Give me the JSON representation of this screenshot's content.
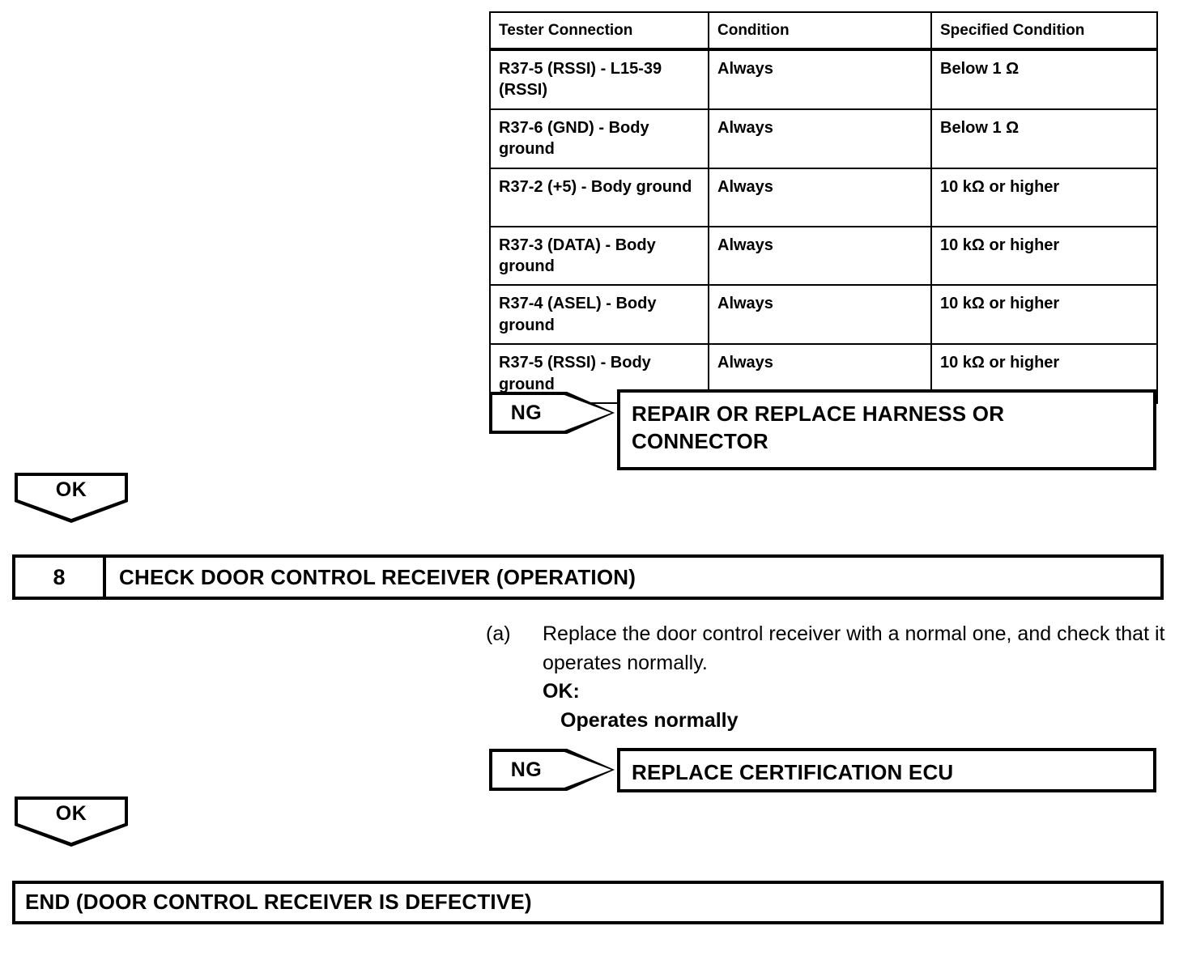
{
  "spec_table": {
    "name": "inspection-spec-table",
    "headers": [
      "Tester Connection",
      "Condition",
      "Specified Condition"
    ],
    "rows": [
      {
        "tester_connection": "R37-5 (RSSI) - L15-39 (RSSI)",
        "condition": "Always",
        "specified_condition": "Below 1 Ω"
      },
      {
        "tester_connection": "R37-6 (GND) - Body ground",
        "condition": "Always",
        "specified_condition": "Below 1 Ω"
      },
      {
        "tester_connection": "R37-2 (+5) - Body ground",
        "condition": "Always",
        "specified_condition": "10 kΩ or higher"
      },
      {
        "tester_connection": "R37-3 (DATA) - Body ground",
        "condition": "Always",
        "specified_condition": "10 kΩ or higher"
      },
      {
        "tester_connection": "R37-4 (ASEL) - Body ground",
        "condition": "Always",
        "specified_condition": "10 kΩ or higher"
      },
      {
        "tester_connection": "R37-5 (RSSI) - Body ground",
        "condition": "Always",
        "specified_condition": "10 kΩ or higher"
      }
    ]
  },
  "branch_ng_harness": {
    "marker_label": "NG",
    "result_text": "REPAIR OR REPLACE HARNESS OR CONNECTOR"
  },
  "ok_marker_1": {
    "label": "OK"
  },
  "step8": {
    "number": "8",
    "title": "CHECK DOOR CONTROL RECEIVER (OPERATION)"
  },
  "procedure": {
    "item_marker": "(a)",
    "item_text": "Replace the door control receiver with a normal one, and check that it operates normally.",
    "ok_label": "OK:",
    "ok_value": "Operates normally"
  },
  "branch_ng_ecu": {
    "marker_label": "NG",
    "result_text": "REPLACE CERTIFICATION ECU"
  },
  "ok_marker_2": {
    "label": "OK"
  },
  "end_box": {
    "text": "END (DOOR CONTROL RECEIVER IS DEFECTIVE)"
  }
}
